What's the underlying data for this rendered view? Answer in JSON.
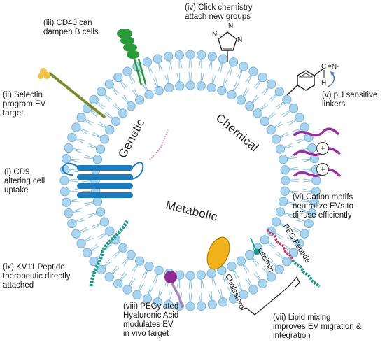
{
  "colors": {
    "lipid_head": "#a9d4ef",
    "lipid_head_stroke": "#6aa9d3",
    "lipid_tail": "#8fc3e6",
    "cd9": "#1a7cc0",
    "cd40": "#2a9a3a",
    "selectin": "#7a8b2b",
    "selectin_head": "#f3c24b",
    "cation": "#9b2fa0",
    "peg": "#d6336c",
    "peptide": "#1a9a8a",
    "cholesterol": "#f1b21c",
    "ha_head": "#8e2a96",
    "ha_tail": "#a585b5",
    "inner_strand": "#e07ab8"
  },
  "labels": {
    "cd40": "(iii) CD40 can\ndampen B cells",
    "click": "(iv) Click chemistry\nattach new groups",
    "selectin": "(ii) Selectin\nprogram EV\ntarget",
    "ph": "(v) pH sensitive\nlinkers",
    "cd9": "(i) CD9\naltering cell\nuptake",
    "cation": "(vi) Cation motifs\nneutralize EVs to\ndiffuse efficiently",
    "kv11": "(ix) KV11 Peptide\ntherapeutic directly\nattached",
    "peg_ha": "(viii) PEGylated\nHyaluronic Acid\nmodulates EV\nin vivo target",
    "lipid_mixing": "(vii) Lipid mixing\nimproves EV migration &\nintegration",
    "peg_peptide": "PEG Peptide",
    "lecithin": "Lecithin",
    "cholesterol": "Cholesterol"
  },
  "zones": {
    "genetic": "Genetic",
    "chemical": "Chemical",
    "metabolic": "Metabolic"
  },
  "chem": {
    "triazole_n1": "N",
    "triazole_n2": "N",
    "triazole_n3": "N",
    "imine": "=N-",
    "c": "C",
    "h": "H",
    "plus": "+"
  }
}
